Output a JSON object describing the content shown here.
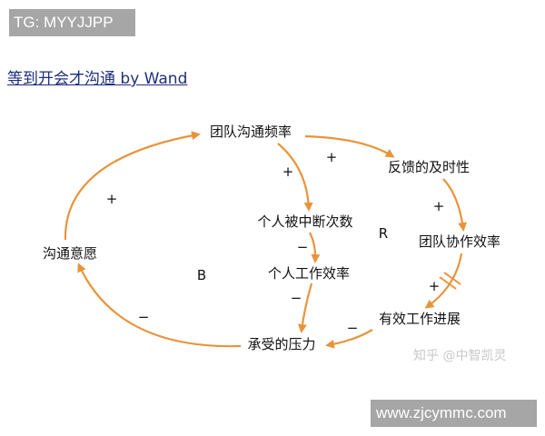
{
  "tag_label": "TG: MYYJJPP",
  "title": "等到开会才沟通 by Wand",
  "watermark": "知乎 @中智凯灵",
  "site_label": "www.zjcymmc.com",
  "accent_color": "#e8943a",
  "nodes": {
    "team_comm_freq": "团队沟通频率",
    "feedback_timeliness": "反馈的及时性",
    "interruptions": "个人被中断次数",
    "team_collab_eff": "团队协作效率",
    "comm_willingness": "沟通意愿",
    "personal_eff": "个人工作效率",
    "effective_progress": "有效工作进展",
    "pressure": "承受的压力"
  },
  "signs": {
    "plus": "+",
    "minus": "−",
    "reinforcing": "R",
    "balancing": "B"
  }
}
